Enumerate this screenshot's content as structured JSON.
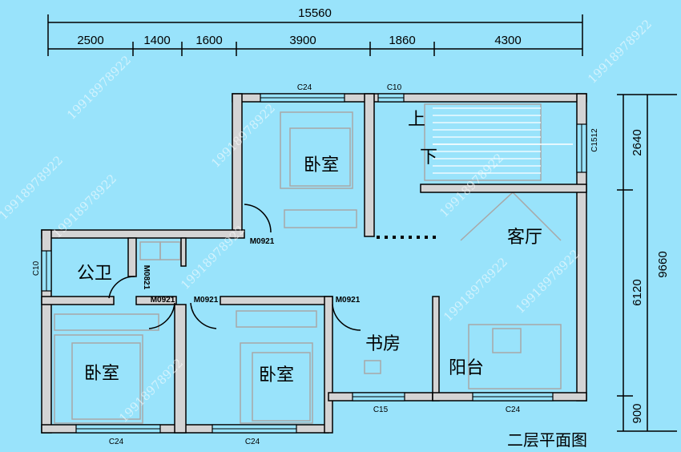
{
  "title": "二层平面图",
  "dimensions": {
    "top_total": "15560",
    "top_segments": [
      "2500",
      "1400",
      "1600",
      "3900",
      "1860",
      "4300"
    ],
    "right_total": "9660",
    "right_segments": [
      "2640",
      "6120",
      "900"
    ]
  },
  "rooms": {
    "bedroom_top": "卧室",
    "living": "客厅",
    "bathroom": "公卫",
    "bedroom_left": "卧室",
    "bedroom_mid": "卧室",
    "study": "书房",
    "balcony": "阳台",
    "stair_up": "上",
    "stair_down": "下"
  },
  "windows": {
    "top_bedroom": "C24",
    "top_stair": "C10",
    "right_stair": "C1512",
    "left_bath": "C10",
    "bottom_left": "C24",
    "bottom_mid": "C24",
    "bottom_study": "C15",
    "bottom_balcony": "C24"
  },
  "doors": {
    "top_bedroom": "M0921",
    "bathroom": "M0821",
    "left_bedroom": "M0921",
    "mid_bedroom": "M0921",
    "study": "M0921"
  },
  "watermark": "19918978922",
  "colors": {
    "background": "#99e3fb",
    "wall": "#d4d4d4",
    "furniture": "#a8a8a8"
  }
}
